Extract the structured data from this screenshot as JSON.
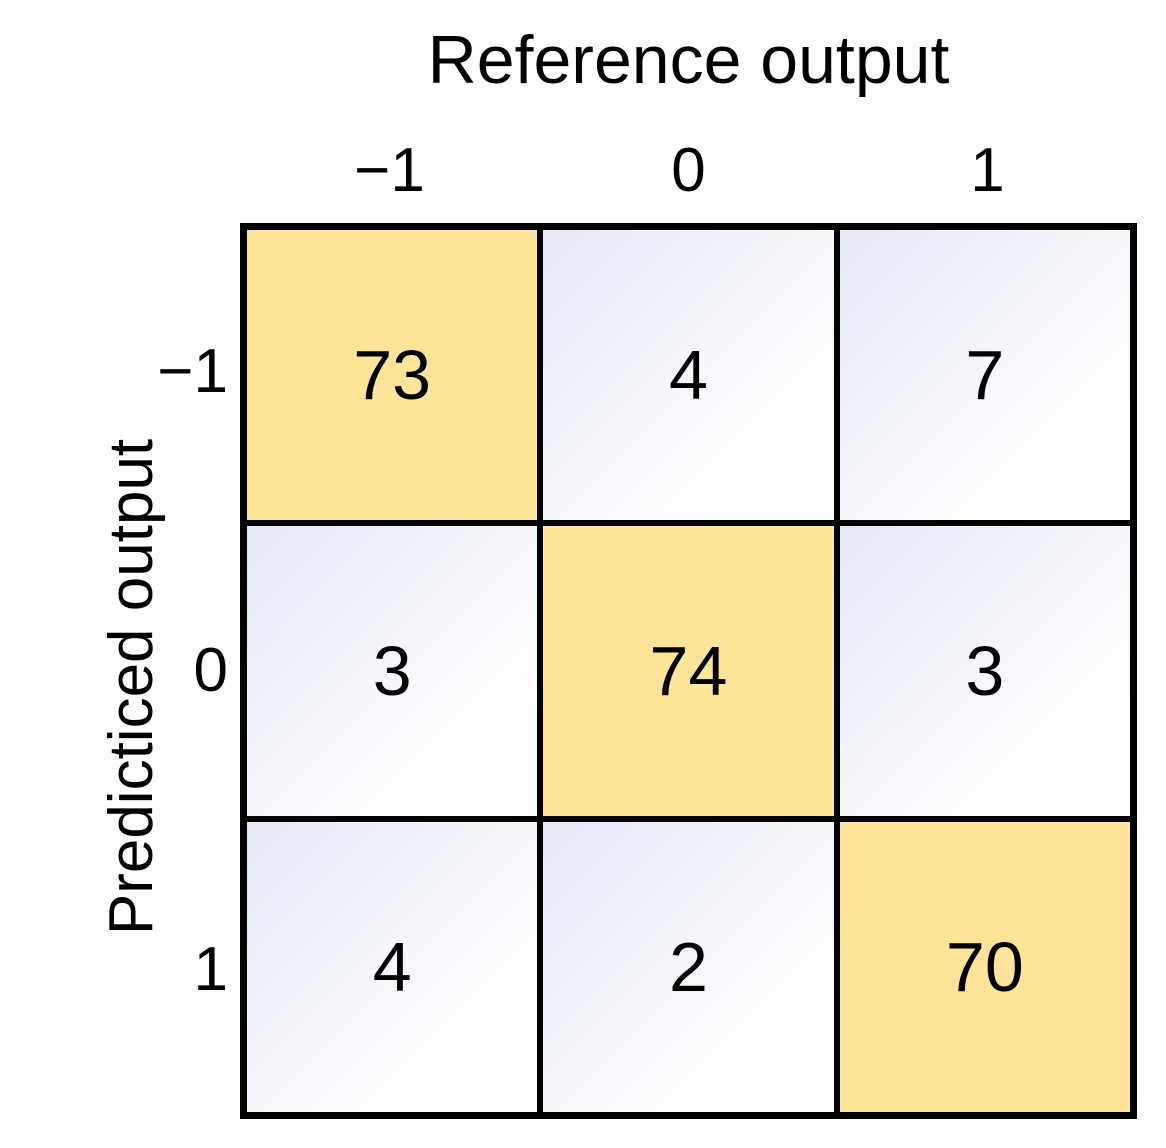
{
  "chart_data": {
    "type": "heatmap",
    "subtype": "confusion-matrix",
    "title": "Reference output",
    "xlabel": "Reference output",
    "ylabel": "Predicticed output",
    "x_categories": [
      "−1",
      "0",
      "1"
    ],
    "y_categories": [
      "−1",
      "0",
      "1"
    ],
    "rows": [
      {
        "label": "−1",
        "values": [
          73,
          4,
          7
        ]
      },
      {
        "label": "0",
        "values": [
          3,
          74,
          3
        ]
      },
      {
        "label": "1",
        "values": [
          4,
          2,
          70
        ]
      }
    ],
    "cells": [
      {
        "row": "−1",
        "col": "−1",
        "value": "73",
        "highlight": true
      },
      {
        "row": "−1",
        "col": "0",
        "value": "4",
        "highlight": false
      },
      {
        "row": "−1",
        "col": "1",
        "value": "7",
        "highlight": false
      },
      {
        "row": "0",
        "col": "−1",
        "value": "3",
        "highlight": false
      },
      {
        "row": "0",
        "col": "0",
        "value": "74",
        "highlight": true
      },
      {
        "row": "0",
        "col": "1",
        "value": "3",
        "highlight": false
      },
      {
        "row": "1",
        "col": "−1",
        "value": "4",
        "highlight": false
      },
      {
        "row": "1",
        "col": "0",
        "value": "2",
        "highlight": false
      },
      {
        "row": "1",
        "col": "1",
        "value": "70",
        "highlight": true
      }
    ],
    "grid": true,
    "legend": "none",
    "colors": {
      "diagonal_fill": "#ffe49a",
      "offdiagonal_fill_start": "#e5e9f5",
      "offdiagonal_fill_end": "#ffffff",
      "grid_line": "#000000",
      "text": "#000000",
      "background": "#ffffff"
    }
  },
  "axes": {
    "top_title": "Reference output",
    "left_title": "Predicticed output",
    "column_ticks": [
      "−1",
      "0",
      "1"
    ],
    "row_ticks": [
      "−1",
      "0",
      "1"
    ]
  }
}
